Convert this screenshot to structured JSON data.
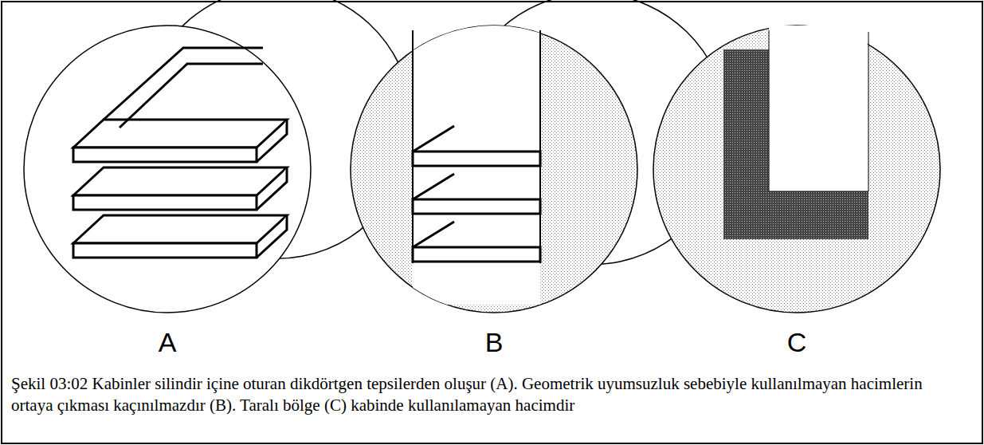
{
  "diagram": {
    "caption": "Şekil 03:02 Kabinler silindir içine oturan dikdörtgen tepsilerden oluşur (A). Geometrik uyumsuzluk sebebiyle kullanılmayan hacimlerin ortaya çıkması kaçınılmazdır (B). Taralı bölge (C) kabinde kullanılamayan hacimdir",
    "labels": [
      "A",
      "B",
      "C"
    ]
  }
}
